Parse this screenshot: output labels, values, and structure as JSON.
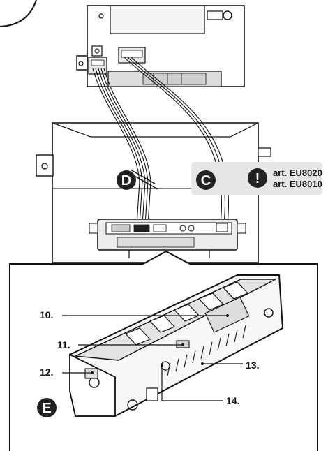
{
  "markers": {
    "D": "D",
    "C": "C",
    "E": "E",
    "warning": "!"
  },
  "warning_box": {
    "line1": "art. EU8020",
    "line2": "art. EU8010"
  },
  "callouts": [
    {
      "id": "10",
      "text": "10."
    },
    {
      "id": "11",
      "text": "11."
    },
    {
      "id": "12",
      "text": "12."
    },
    {
      "id": "13",
      "text": "13."
    },
    {
      "id": "14",
      "text": "14."
    }
  ],
  "colors": {
    "line": "#111111",
    "badge": "#222222",
    "panel": "#e6e6e6",
    "cable": "#cfcfcf"
  }
}
